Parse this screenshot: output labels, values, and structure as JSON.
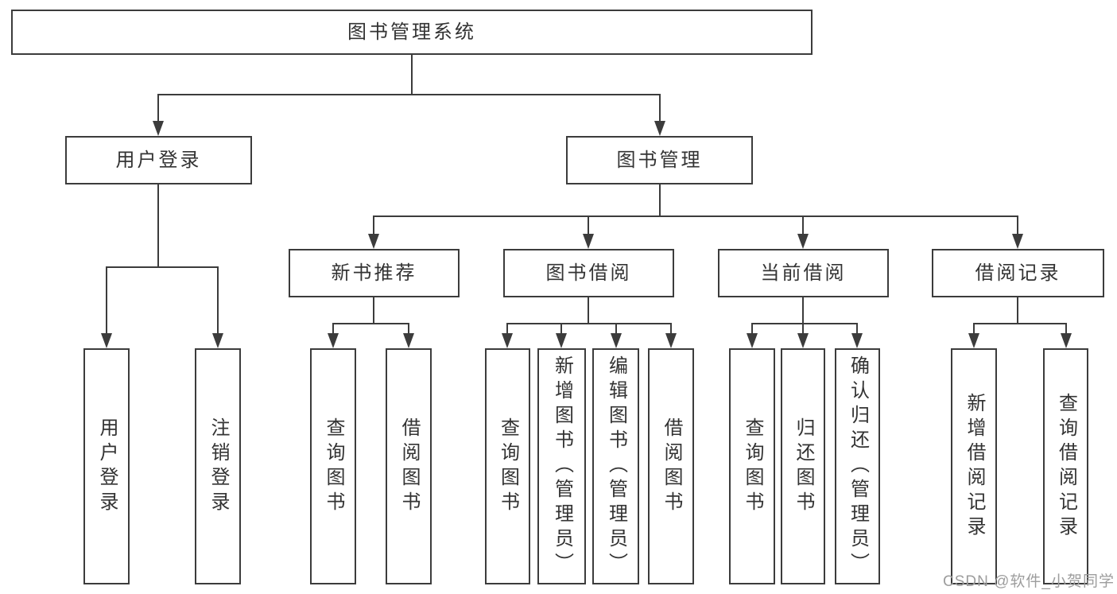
{
  "colors": {
    "line": "#3c3c3c",
    "text": "#333333",
    "watermark": "#9d9d9d",
    "background": "#ffffff"
  },
  "tree": {
    "label": "图书管理系统",
    "children": [
      {
        "label": "用户登录",
        "children": [
          {
            "label": "用户登录"
          },
          {
            "label": "注销登录"
          }
        ]
      },
      {
        "label": "图书管理",
        "children": [
          {
            "label": "新书推荐",
            "children": [
              {
                "label": "查询图书"
              },
              {
                "label": "借阅图书"
              }
            ]
          },
          {
            "label": "图书借阅",
            "children": [
              {
                "label": "查询图书"
              },
              {
                "label": "新增图书（管理员）"
              },
              {
                "label": "编辑图书（管理员）"
              },
              {
                "label": "借阅图书"
              }
            ]
          },
          {
            "label": "当前借阅",
            "children": [
              {
                "label": "查询图书"
              },
              {
                "label": "归还图书"
              },
              {
                "label": "确认归还（管理员）"
              }
            ]
          },
          {
            "label": "借阅记录",
            "children": [
              {
                "label": "新增借阅记录"
              },
              {
                "label": "查询借阅记录"
              }
            ]
          }
        ]
      }
    ]
  },
  "watermark": {
    "text": "CSDN @软件_小贺同学"
  }
}
